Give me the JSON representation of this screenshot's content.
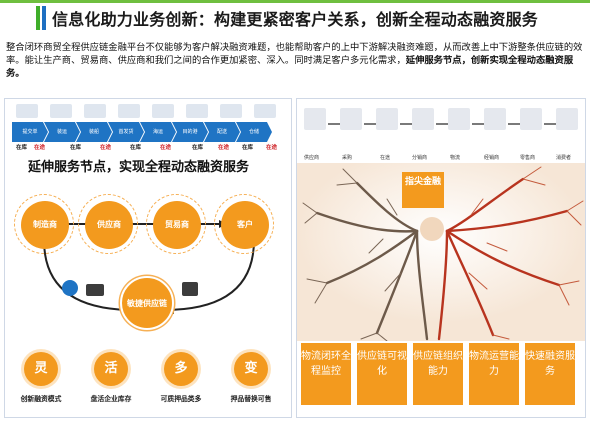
{
  "header": {
    "title": "信息化助力业务创新：构建更紧密客户关系，创新全程动态融资服务"
  },
  "intro": {
    "text": "整合闭环商贸全程供应链金融平台不仅能够为客户解决融资难题，也能帮助客户的上中下游解决融资难题，从而改善上中下游整条供应链的效率。能让生产商、贸易商、供应商和我们之间的合作更加紧密、深入。同时满足客户多元化需求，",
    "bold": "延伸服务节点，创新实现全程动态融资服务。"
  },
  "flow": {
    "steps": [
      "提交单",
      "装运",
      "装船",
      "首发货",
      "海运",
      "目的港",
      "配送",
      "仓储"
    ],
    "tags": [
      {
        "text": "在库",
        "style": "black"
      },
      {
        "text": "在途",
        "style": "red"
      },
      {
        "text": "在库",
        "style": "black"
      },
      {
        "text": "在途",
        "style": "red"
      },
      {
        "text": "在库",
        "style": "black"
      },
      {
        "text": "在途",
        "style": "red"
      },
      {
        "text": "在库",
        "style": "black"
      },
      {
        "text": "在途",
        "style": "red"
      },
      {
        "text": "在库",
        "style": "black"
      },
      {
        "text": "在途",
        "style": "red"
      }
    ]
  },
  "extension": {
    "title": "延伸服务节点，实现全程动态融资服务",
    "nodes": [
      "制造商",
      "供应商",
      "贸易商",
      "客户"
    ],
    "center": "敏捷供应链"
  },
  "badges": [
    {
      "char": "灵",
      "label": "创新融资模式"
    },
    {
      "char": "活",
      "label": "盘活企业库存"
    },
    {
      "char": "多",
      "label": "可质押品类多"
    },
    {
      "char": "变",
      "label": "押品替换可售"
    }
  ],
  "right": {
    "chain_labels": [
      "供应商",
      "采购",
      "在途",
      "分销商",
      "物流",
      "经销商",
      "零售商",
      "消费者"
    ],
    "center_box": "指尖金融",
    "cards": [
      "物流闭环全程监控",
      "供应链可视化",
      "供应链组织能力",
      "物流运营能力",
      "快速融资服务"
    ]
  },
  "colors": {
    "accent_orange": "#f39a1e",
    "flow_blue": "#1f74c4",
    "title_green": "#3fae2a",
    "title_blue": "#1e6fc2",
    "tag_red": "#d0262b"
  }
}
